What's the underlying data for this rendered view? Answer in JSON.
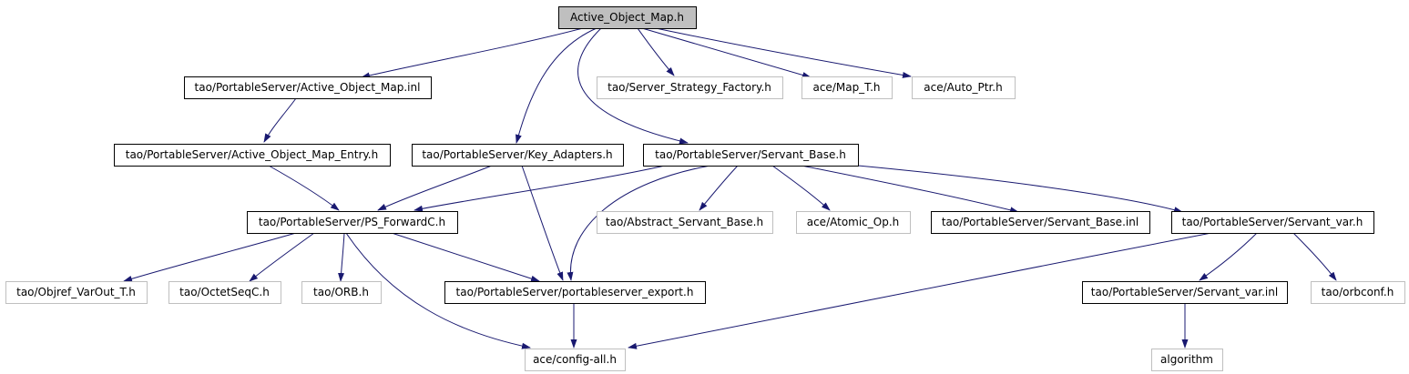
{
  "nodes": [
    {
      "id": "n0",
      "label": "Active_Object_Map.h",
      "style": "root"
    },
    {
      "id": "n1",
      "label": "tao/PortableServer/Active_Object_Map.inl",
      "style": "doc"
    },
    {
      "id": "n2",
      "label": "tao/Server_Strategy_Factory.h",
      "style": "ext"
    },
    {
      "id": "n3",
      "label": "ace/Map_T.h",
      "style": "ext"
    },
    {
      "id": "n4",
      "label": "ace/Auto_Ptr.h",
      "style": "ext"
    },
    {
      "id": "n5",
      "label": "tao/PortableServer/Active_Object_Map_Entry.h",
      "style": "doc"
    },
    {
      "id": "n6",
      "label": "tao/PortableServer/Key_Adapters.h",
      "style": "doc"
    },
    {
      "id": "n7",
      "label": "tao/PortableServer/Servant_Base.h",
      "style": "doc"
    },
    {
      "id": "n8",
      "label": "tao/PortableServer/PS_ForwardC.h",
      "style": "doc"
    },
    {
      "id": "n9",
      "label": "tao/Abstract_Servant_Base.h",
      "style": "ext"
    },
    {
      "id": "n10",
      "label": "ace/Atomic_Op.h",
      "style": "ext"
    },
    {
      "id": "n11",
      "label": "tao/PortableServer/Servant_Base.inl",
      "style": "doc"
    },
    {
      "id": "n12",
      "label": "tao/PortableServer/Servant_var.h",
      "style": "doc"
    },
    {
      "id": "n13",
      "label": "tao/Objref_VarOut_T.h",
      "style": "ext"
    },
    {
      "id": "n14",
      "label": "tao/OctetSeqC.h",
      "style": "ext"
    },
    {
      "id": "n15",
      "label": "tao/ORB.h",
      "style": "ext"
    },
    {
      "id": "n16",
      "label": "tao/PortableServer/portableserver_export.h",
      "style": "doc"
    },
    {
      "id": "n17",
      "label": "tao/PortableServer/Servant_var.inl",
      "style": "doc"
    },
    {
      "id": "n18",
      "label": "tao/orbconf.h",
      "style": "ext"
    },
    {
      "id": "n19",
      "label": "ace/config-all.h",
      "style": "ext"
    },
    {
      "id": "n20",
      "label": "algorithm",
      "style": "ext"
    }
  ],
  "edges": [
    {
      "from": "n0",
      "to": "n1"
    },
    {
      "from": "n0",
      "to": "n6"
    },
    {
      "from": "n0",
      "to": "n7"
    },
    {
      "from": "n0",
      "to": "n2"
    },
    {
      "from": "n0",
      "to": "n3"
    },
    {
      "from": "n0",
      "to": "n4"
    },
    {
      "from": "n1",
      "to": "n5"
    },
    {
      "from": "n5",
      "to": "n8"
    },
    {
      "from": "n6",
      "to": "n8"
    },
    {
      "from": "n6",
      "to": "n16"
    },
    {
      "from": "n7",
      "to": "n8"
    },
    {
      "from": "n7",
      "to": "n16"
    },
    {
      "from": "n7",
      "to": "n9"
    },
    {
      "from": "n7",
      "to": "n10"
    },
    {
      "from": "n7",
      "to": "n11"
    },
    {
      "from": "n7",
      "to": "n12"
    },
    {
      "from": "n8",
      "to": "n13"
    },
    {
      "from": "n8",
      "to": "n14"
    },
    {
      "from": "n8",
      "to": "n15"
    },
    {
      "from": "n8",
      "to": "n16"
    },
    {
      "from": "n8",
      "to": "n19"
    },
    {
      "from": "n12",
      "to": "n17"
    },
    {
      "from": "n12",
      "to": "n18"
    },
    {
      "from": "n12",
      "to": "n19"
    },
    {
      "from": "n16",
      "to": "n19"
    },
    {
      "from": "n17",
      "to": "n20"
    }
  ],
  "colors": {
    "root_fill": "#bfbfbf",
    "doc_stroke": "#000000",
    "ext_stroke": "#bfbfbf",
    "edge": "#191970"
  }
}
